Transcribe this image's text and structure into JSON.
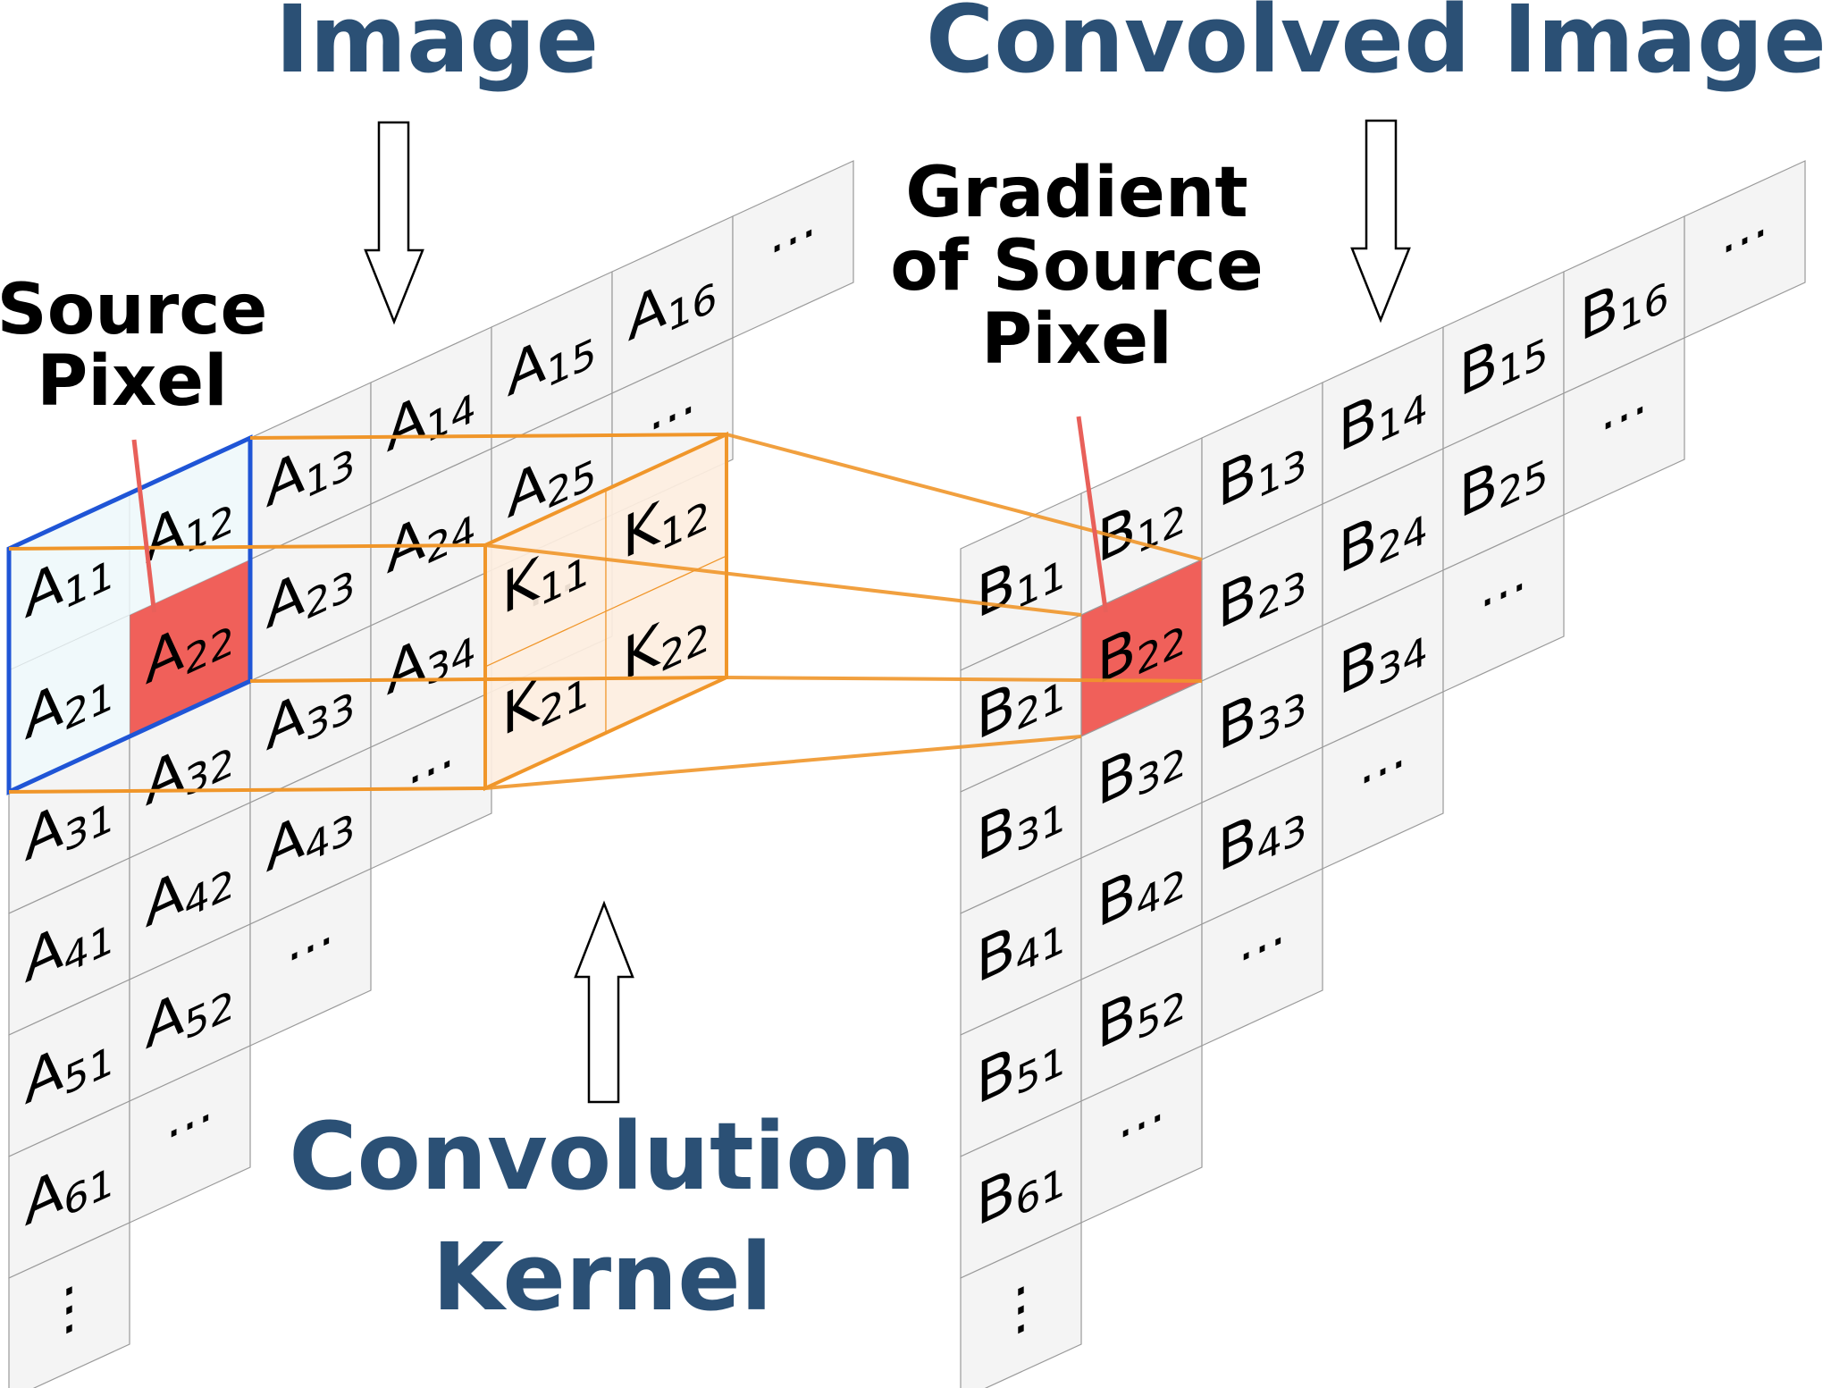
{
  "titles": {
    "image": "Image",
    "convolved": "Convolved Image",
    "kernel_line1": "Convolution",
    "kernel_line2": "Kernel"
  },
  "labels": {
    "source_line1": "Source",
    "source_line2": "Pixel",
    "gradient_line1": "Gradient",
    "gradient_line2": "of Source",
    "gradient_line3": "Pixel"
  },
  "image_grid": {
    "letter": "A",
    "columns": [
      [
        "11",
        "21",
        "31",
        "41",
        "51",
        "61",
        "vdots"
      ],
      [
        "12",
        "22",
        "32",
        "42",
        "52",
        "dots"
      ],
      [
        "13",
        "23",
        "33",
        "43",
        "dots"
      ],
      [
        "14",
        "24",
        "34",
        "dots"
      ],
      [
        "15",
        "25",
        "dots"
      ],
      [
        "16",
        "dots"
      ],
      [
        "dots"
      ]
    ]
  },
  "convolved_grid": {
    "letter": "B",
    "columns": [
      [
        "11",
        "21",
        "31",
        "41",
        "51",
        "61",
        "vdots"
      ],
      [
        "12",
        "22",
        "32",
        "42",
        "52",
        "dots"
      ],
      [
        "13",
        "23",
        "33",
        "43",
        "dots"
      ],
      [
        "14",
        "24",
        "34",
        "dots"
      ],
      [
        "15",
        "25",
        "dots"
      ],
      [
        "16",
        "dots"
      ],
      [
        "dots"
      ]
    ]
  },
  "kernel": {
    "letter": "K",
    "cells": [
      "11",
      "12",
      "21",
      "22"
    ]
  },
  "highlight": {
    "source_cell": "22",
    "target_cell": "22"
  },
  "colors": {
    "title": "#2b5075",
    "cell_fill": "#f4f4f4",
    "cell_stroke": "#9a9a9a",
    "highlight": "#f0605a",
    "window_stroke": "#1f55d6",
    "window_fill": "#eef9fc",
    "kernel_stroke": "#f0962a",
    "kernel_fill": "#fdeee0",
    "pointer": "#e8605a"
  },
  "symbols": {
    "dots": "···",
    "vdots": "⋮"
  }
}
